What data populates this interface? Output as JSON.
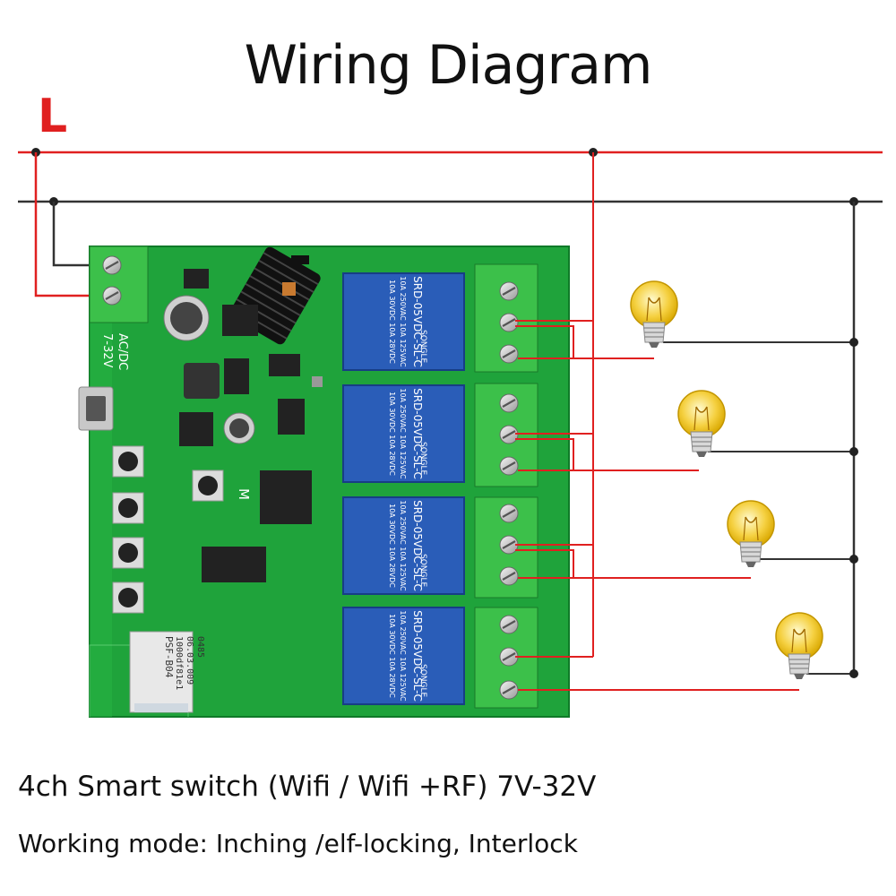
{
  "title": "Wiring Diagram",
  "line_label": "L",
  "captions": {
    "line1": "4ch Smart switch (Wifi / Wifi +RF) 7V-32V",
    "line2": "Working mode: Inching /elf-locking, Interlock"
  },
  "board": {
    "power_label_1": "AC/DC",
    "power_label_2": "7-32V",
    "mode_button_label": "M",
    "module_label_1": "PSF-B04",
    "module_label_2": "1000df81e1",
    "module_label_3": "06.03.009",
    "module_label_4": "0485"
  },
  "relay": {
    "model": "SRD-05VDC-SL-C",
    "rating_1": "10A 250VAC  10A 125VAC",
    "rating_2": "10A 30VDC  10A 28VDC",
    "brand": "SONGLE"
  },
  "colors": {
    "live_wire": "#e02020",
    "neutral_wire": "#333333",
    "pcb": "#1fa33b",
    "relay": "#2a5db8",
    "terminal": "#3cc04a"
  }
}
